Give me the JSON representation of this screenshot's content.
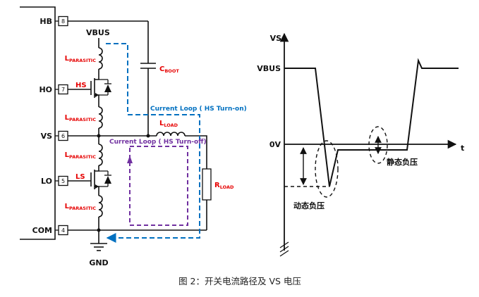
{
  "figure": {
    "caption": "图 2：开关电流路径及 VS 电压"
  },
  "colors": {
    "component_label": "#e60000",
    "loop_hs_on": "#0070c0",
    "loop_hs_off": "#7030a0",
    "wire": "#111111"
  },
  "schematic": {
    "pins": [
      {
        "label": "HB",
        "number": "8"
      },
      {
        "label": "HO",
        "number": "7"
      },
      {
        "label": "VS",
        "number": "6"
      },
      {
        "label": "LO",
        "number": "5"
      },
      {
        "label": "COM",
        "number": "4"
      }
    ],
    "power": {
      "vbus": "VBUS",
      "gnd": "GND"
    },
    "components": {
      "l_parasitic": {
        "main": "L",
        "sub": "PARASITIC"
      },
      "c_boot": {
        "main": "C",
        "sub": "BOOT"
      },
      "l_load": {
        "main": "L",
        "sub": "LOAD"
      },
      "r_load": {
        "main": "R",
        "sub": "LOAD"
      },
      "hs_fet": "HS",
      "ls_fet": "LS"
    },
    "loops": {
      "hs_turn_on": "Current Loop ( HS Turn-on)",
      "hs_turn_off": "Current Loop ( HS Turn-off)"
    }
  },
  "waveform": {
    "axis_label_y": "VS",
    "axis_label_t": "t",
    "level_vbus": "VBUS",
    "level_zero": "0V",
    "annotation_dynamic": "动态负压",
    "annotation_static": "静态负压"
  }
}
